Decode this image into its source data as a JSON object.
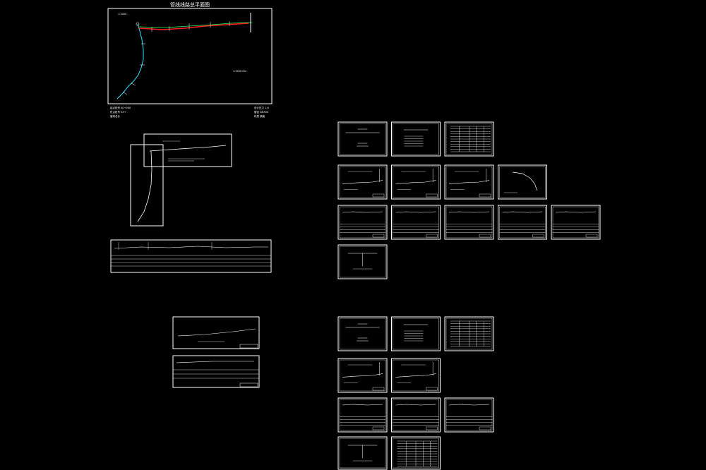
{
  "colors": {
    "background": "#000000",
    "frame": "#ffffff",
    "route_main": "#ff2020",
    "route_alt": "#30e0ff",
    "route_green": "#30ff60",
    "route_yellow": "#ffff40"
  },
  "main_plan": {
    "title": "管线线路总平面图",
    "label_tl": "1:2000",
    "scale_note": "1:2000 Km",
    "notes_left": [
      "起点桩号 K0+000",
      "终点桩号 K3+",
      "管线总长"
    ],
    "notes_right": [
      "设计压力 1.6",
      "管径 DN300",
      "材质 钢管"
    ]
  },
  "sheet_groups": [
    {
      "rows": [
        [
          "cover",
          "notes",
          "table"
        ],
        [
          "plan",
          "plan",
          "plan",
          "curve"
        ],
        [
          "profile",
          "profile",
          "profile",
          "profile",
          "profile"
        ],
        [
          "detail"
        ]
      ]
    },
    {
      "rows": [
        [
          "cover",
          "notes",
          "table"
        ],
        [
          "plan",
          "plan"
        ],
        [
          "profile",
          "profile",
          "profile"
        ],
        [
          "detail",
          "table"
        ]
      ]
    }
  ]
}
